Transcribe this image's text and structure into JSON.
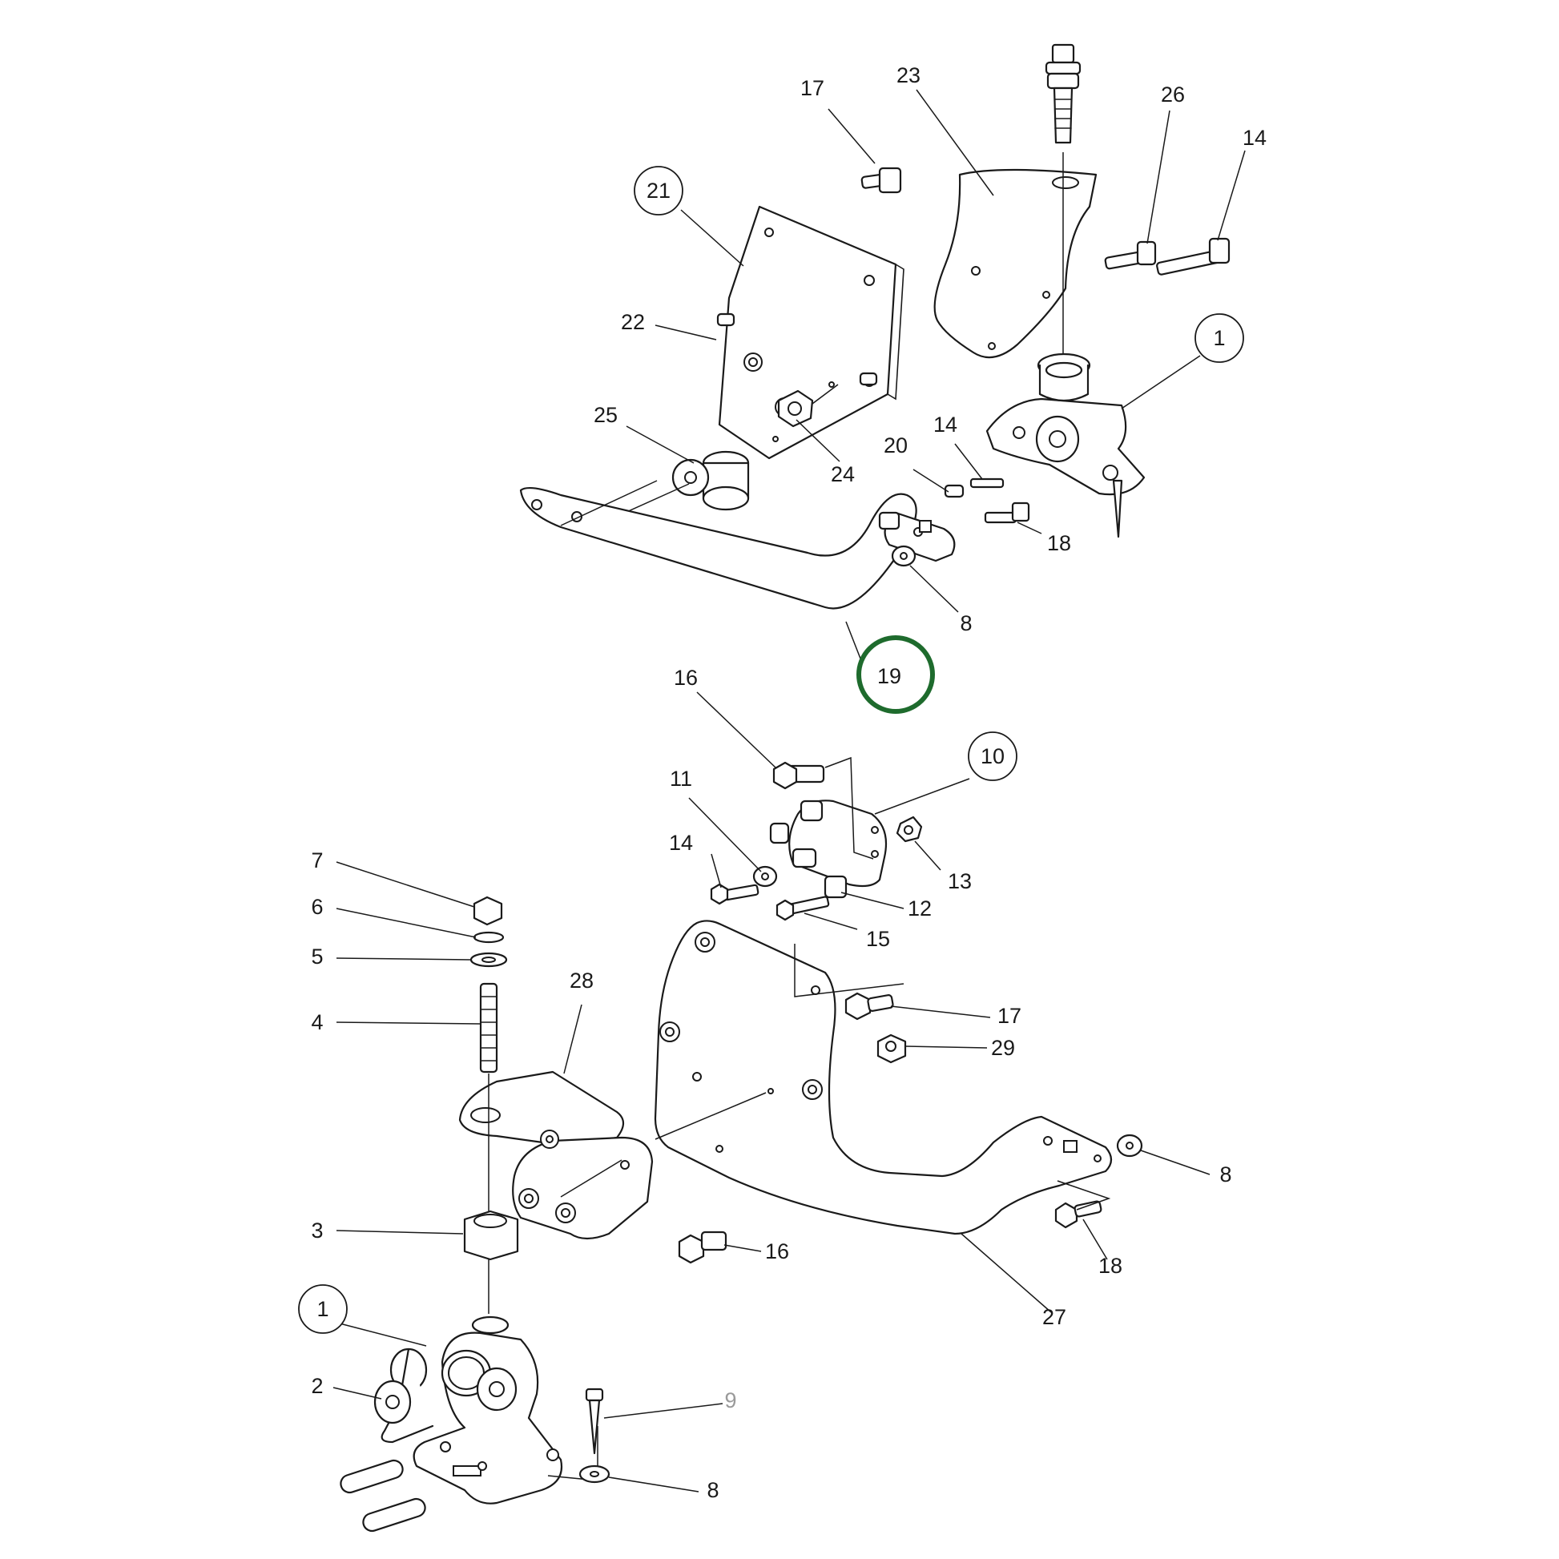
{
  "labels": {
    "l17a": "17",
    "l23": "23",
    "l26": "26",
    "l14a": "14",
    "l21": "21",
    "l22": "22",
    "l1a": "1",
    "l25": "25",
    "l24": "24",
    "l20": "20",
    "l14b": "14",
    "l18a": "18",
    "l8a": "8",
    "l19": "19",
    "l16a": "16",
    "l10": "10",
    "l11": "11",
    "l14c": "14",
    "l13": "13",
    "l12": "12",
    "l15": "15",
    "l7": "7",
    "l6": "6",
    "l5": "5",
    "l4": "4",
    "l28": "28",
    "l17b": "17",
    "l29": "29",
    "l3": "3",
    "l16b": "16",
    "l8b": "8",
    "l18b": "18",
    "l27": "27",
    "l1b": "1",
    "l2": "2",
    "l9": "9",
    "l8c": "8"
  },
  "highlight": {
    "part": "19",
    "color": "#1e6b2d"
  },
  "colors": {
    "line": "#1a1a1a",
    "muted_label": "#9a9a9a",
    "background": "#ffffff"
  }
}
